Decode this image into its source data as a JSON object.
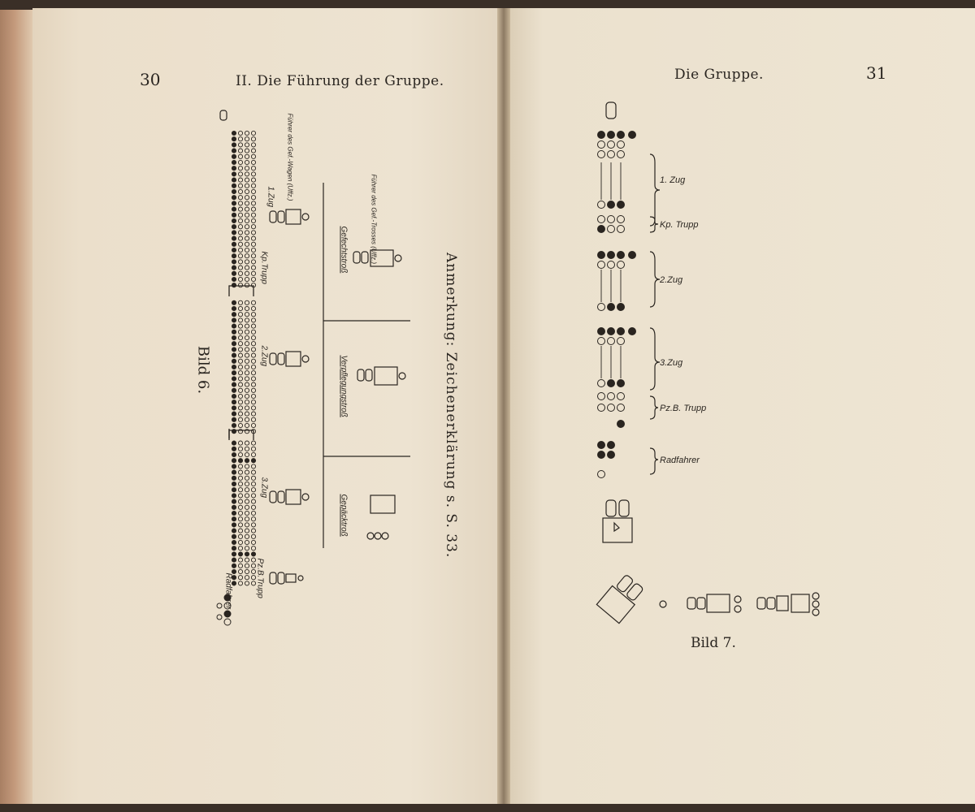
{
  "left_page": {
    "page_number": "30",
    "running_head": "II. Die Führung der Gruppe.",
    "figure_title": "Bild 6.",
    "note": "Anmerkung: Zeichenerklärung s. S. 33.",
    "labels": {
      "radfahrer": "Radfahrer",
      "pz_b_trupp": "Pz.B.Trupp",
      "zug3": "3.Zug",
      "zug2": "2.Zug",
      "kp_trupp": "Kp.Trupp",
      "zug1": "1.Zug",
      "fuehrer_gef_wagen": "Führer des Gef.-Wagen (Uffz.)",
      "gefechtstross": "Gefechtstroß",
      "fuehrer_gef_trosses": "Führer des Gef.-Trosses (Uffz.)",
      "verpflegungstross": "Verpflegungstroß",
      "gepaecktross": "Gepäcktroß"
    }
  },
  "right_page": {
    "page_number": "31",
    "running_head": "Die Gruppe.",
    "figure_title": "Bild 7.",
    "labels": {
      "zug1": "1. Zug",
      "kp_trupp": "Kp. Trupp",
      "zug2": "2.Zug",
      "zug3": "3.Zug",
      "pz_b_trupp": "Pz.B. Trupp",
      "radfahrer": "Radfahrer"
    }
  }
}
